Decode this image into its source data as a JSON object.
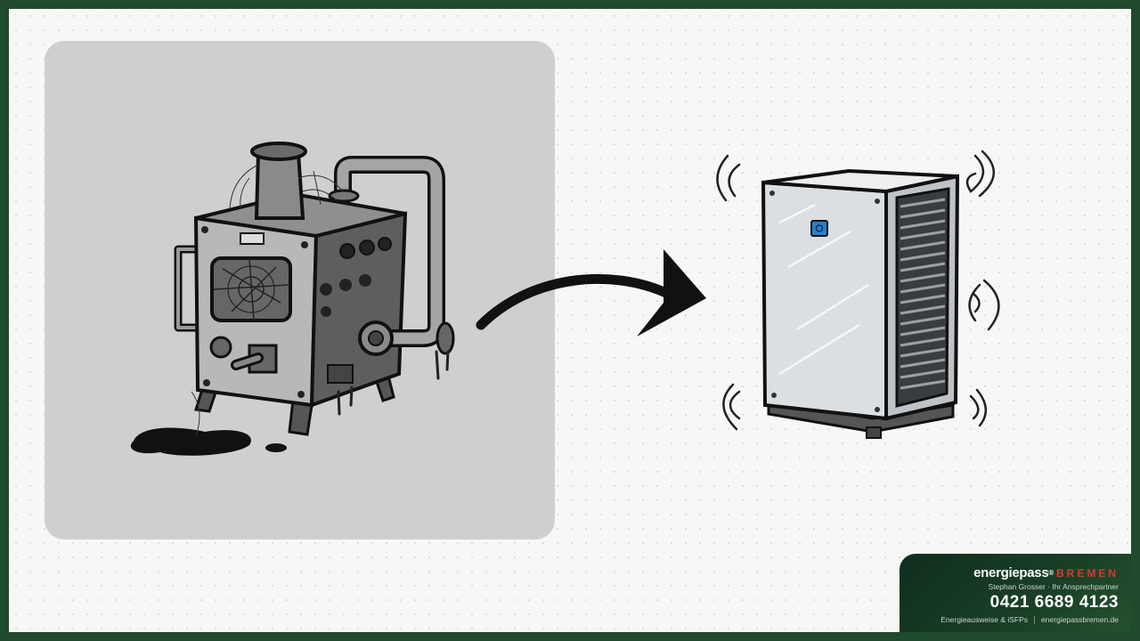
{
  "illustration": {
    "left_image": "old-boiler-illustration",
    "arrow": "right-arrow",
    "right_image": "heat-pump-illustration"
  },
  "brand": {
    "name": "energiepass",
    "registered": "®",
    "city": "BREMEN",
    "person": "Stephan Grosser · Ihr Ansprechpartner",
    "phone": "0421 6689 4123",
    "services": "Energieausweise & iSFPs",
    "website": "energiepassbremen.de"
  },
  "colors": {
    "frame": "#1f4a2e",
    "panel": "#cfcfcf",
    "accent_red": "#e0342f",
    "heatpump_button": "#2a7fc9"
  }
}
